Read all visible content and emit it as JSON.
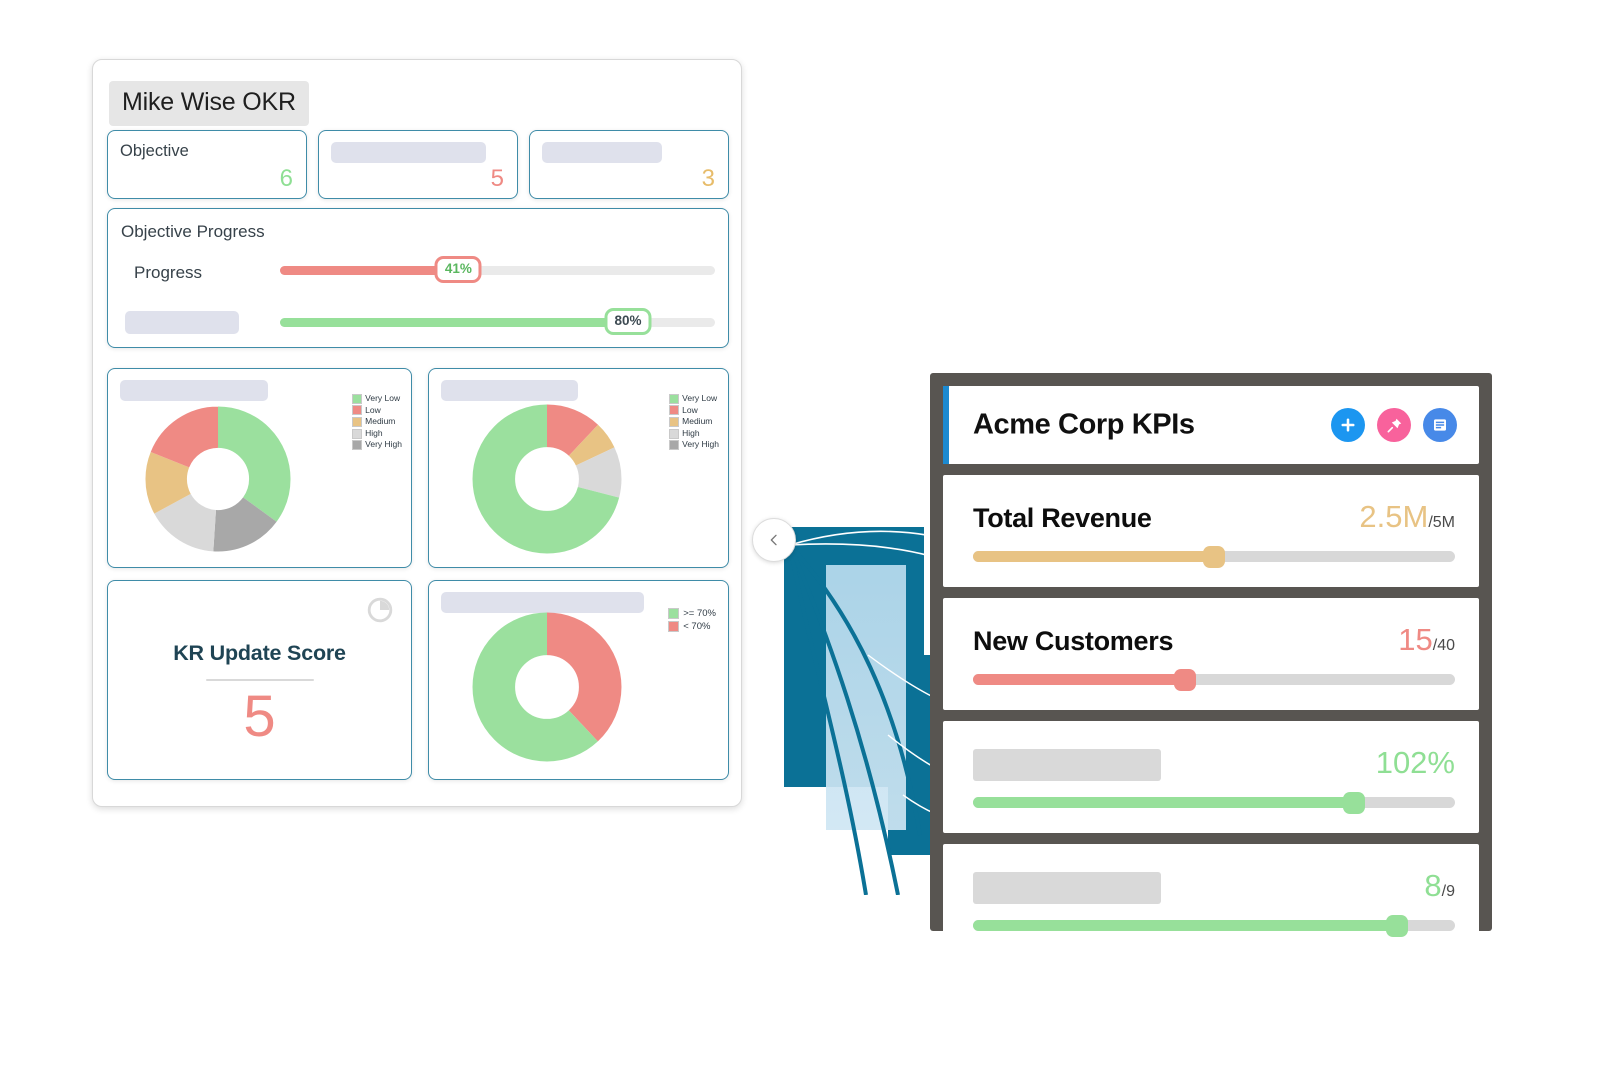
{
  "okr": {
    "title": "Mike Wise OKR",
    "stats": [
      {
        "label": "Objective",
        "value": "6",
        "has_label": true
      },
      {
        "label": "",
        "value": "5",
        "has_label": false
      },
      {
        "label": "",
        "value": "3",
        "has_label": false
      }
    ],
    "progress": {
      "title": "Objective Progress",
      "rows": [
        {
          "name": "Progress",
          "value": "41%",
          "percent": 41,
          "has_label": true
        },
        {
          "name": "",
          "value": "80%",
          "percent": 80,
          "has_label": false
        }
      ]
    },
    "kr_card": {
      "title": "KR Update Score",
      "score": "5",
      "icon": "pie-clock-icon"
    },
    "legend_five": [
      "Very Low",
      "Low",
      "Medium",
      "High",
      "Very High"
    ],
    "legend_two": [
      ">= 70%",
      "< 70%"
    ],
    "colors": {
      "very_low": "#9be09e",
      "low": "#ef8a84",
      "medium": "#e8c384",
      "high": "#d9d9d9",
      "very_high": "#a8a8a8",
      "ge70": "#9be09e",
      "lt70": "#ef8a84",
      "card_border": "#3f8ca8",
      "placeholder": "#dfe1ec"
    }
  },
  "chart_data": [
    {
      "type": "pie",
      "title": "",
      "legend_position": "right",
      "categories": [
        "Very Low",
        "Low",
        "Medium",
        "High",
        "Very High"
      ],
      "values": [
        35,
        19,
        14,
        16,
        16
      ],
      "colors": [
        "#9be09e",
        "#ef8a84",
        "#e8c384",
        "#d9d9d9",
        "#a8a8a8"
      ]
    },
    {
      "type": "pie",
      "title": "",
      "legend_position": "right",
      "categories": [
        "Very Low",
        "Low",
        "Medium",
        "High",
        "Very High"
      ],
      "values": [
        71,
        12,
        6,
        11,
        0
      ],
      "colors": [
        "#9be09e",
        "#ef8a84",
        "#e8c384",
        "#d9d9d9",
        "#a8a8a8"
      ]
    },
    {
      "type": "pie",
      "title": "",
      "legend_position": "right",
      "categories": [
        ">= 70%",
        "< 70%"
      ],
      "values": [
        62,
        38
      ],
      "colors": [
        "#9be09e",
        "#ef8a84"
      ]
    }
  ],
  "kpi": {
    "header": {
      "title": "Acme Corp KPIs",
      "icons": [
        {
          "name": "add-icon",
          "glyph": "+",
          "color": "#1c96f0"
        },
        {
          "name": "pin-icon",
          "glyph": "pin",
          "color": "#f8629c"
        },
        {
          "name": "list-icon",
          "glyph": "list",
          "color": "#4789e8"
        }
      ]
    },
    "rows": [
      {
        "name": "Total Revenue",
        "has_name": true,
        "value": "2.5M",
        "denominator": "/5M",
        "percent": 50,
        "color": "amber"
      },
      {
        "name": "New Customers",
        "has_name": true,
        "value": "15",
        "denominator": "/40",
        "percent": 37.5,
        "color": "red"
      },
      {
        "name": "",
        "has_name": false,
        "value": "102%",
        "denominator": "",
        "percent": 79,
        "color": "green"
      },
      {
        "name": "",
        "has_name": false,
        "value": "8",
        "denominator": "/9",
        "percent": 88,
        "color": "green"
      }
    ]
  },
  "decoration": {
    "collapse_icon": "chevron-left-icon",
    "accent_color": "#0b7196"
  }
}
